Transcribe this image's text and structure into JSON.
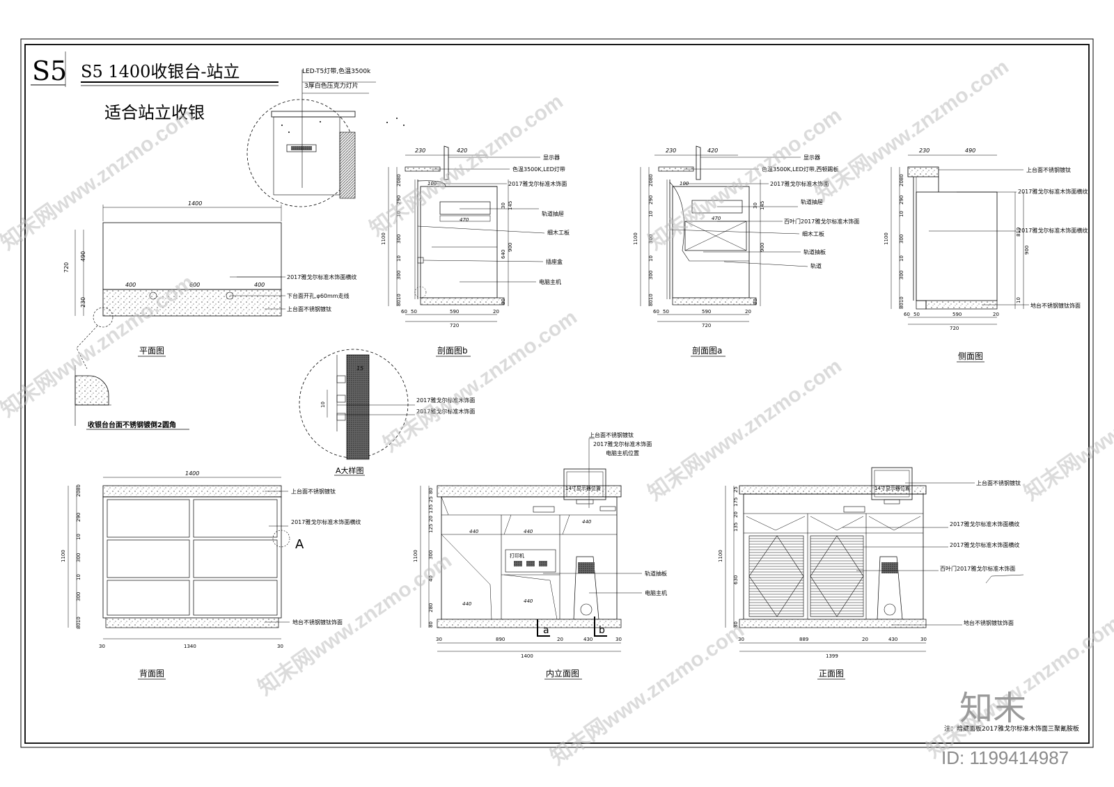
{
  "header": {
    "code": "S5",
    "title": "S5  1400收银台-站立",
    "subtitle": "适合站立收银"
  },
  "detail_top": {
    "labels": [
      "LED-T5灯带,色温3500k",
      "3厚白色压克力灯片"
    ]
  },
  "plan": {
    "caption": "平面图",
    "dim_top": "1400",
    "dims_side": [
      "490",
      "720",
      "230"
    ],
    "dims_inner": [
      "400",
      "600",
      "400"
    ],
    "labels": [
      "2017雅戈尔标准木饰面横纹",
      "下台面开孔,φ60mm走线",
      "上台面不锈钢镀钛"
    ]
  },
  "corner_detail": {
    "label": "收银台台面不锈钢镀倒2圆角"
  },
  "section_b": {
    "caption": "剖面图b",
    "dims_top": [
      "230",
      "420"
    ],
    "dims_left": [
      "2080",
      "290",
      "10",
      "1100",
      "300",
      "10",
      "300",
      "8010"
    ],
    "dims_right": [
      "30",
      "145",
      "640",
      "900",
      "80"
    ],
    "dims_inner": [
      "100",
      "470"
    ],
    "dims_bottom": [
      "60",
      "50",
      "590",
      "20",
      "720"
    ],
    "labels": [
      "显示器",
      "色温3500K,LED灯带",
      "2017雅戈尔标准木饰面",
      "轨道抽屉",
      "细木工板",
      "插座盒",
      "电脑主机"
    ]
  },
  "section_a": {
    "caption": "剖面图a",
    "dims_top": [
      "230",
      "420"
    ],
    "dims_left": [
      "2080",
      "290",
      "10",
      "1100",
      "300",
      "10",
      "300",
      "8010"
    ],
    "dims_right": [
      "30",
      "145",
      "900",
      "80"
    ],
    "dims_inner": [
      "100",
      "470"
    ],
    "dims_bottom": [
      "60",
      "50",
      "590",
      "20",
      "720"
    ],
    "labels": [
      "显示器",
      "色温3500K,LED灯带,西顿踢板",
      "2017雅戈尔标准木饰面",
      "轨道抽屉",
      "百叶门2017雅戈尔标准木饰面",
      "细木工板",
      "轨道抽板",
      "轨道"
    ]
  },
  "side_view": {
    "caption": "侧面图",
    "dims_top": [
      "230",
      "490"
    ],
    "dims_left": [
      "2080",
      "290",
      "10",
      "1100",
      "300",
      "10",
      "300",
      "8010"
    ],
    "dims_right": [
      "810",
      "900",
      "10"
    ],
    "dims_bottom": [
      "60",
      "50",
      "590",
      "20",
      "720"
    ],
    "labels": [
      "上台面不锈钢镀钛",
      "2017雅戈尔标准木饰面横纹",
      "2017雅戈尔标准木饰面横纹",
      "地台不锈钢镀钛饰面"
    ]
  },
  "detail_a": {
    "caption": "A大样图",
    "dims": [
      "15",
      "10"
    ],
    "labels": [
      "2017雅戈尔标准木饰面",
      "2017雅戈尔标准木饰面"
    ]
  },
  "back_view": {
    "caption": "背面图",
    "dim_top": "1400",
    "dims_left": [
      "2080",
      "290",
      "10",
      "1100",
      "300",
      "10",
      "300",
      "8010"
    ],
    "dims_bottom": [
      "30",
      "1340",
      "30"
    ],
    "marker": "A",
    "labels": [
      "上台面不锈钢镀钛",
      "2017雅戈尔标准木饰面横纹",
      "地台不锈钢镀钛饰面"
    ]
  },
  "inner_elevation": {
    "caption": "内立面图",
    "dims_left": [
      "80",
      "25",
      "135",
      "20",
      "125",
      "1100",
      "300",
      "40",
      "280",
      "80"
    ],
    "dims_inner": [
      "440",
      "440",
      "440",
      "440",
      "440"
    ],
    "dims_bottom": [
      "30",
      "890",
      "20",
      "430",
      "30",
      "1400"
    ],
    "tags": [
      "14寸显示器位置",
      "打印机"
    ],
    "section_marks": [
      "a",
      "b"
    ],
    "labels": [
      "上台面不锈钢镀钛",
      "2017雅戈尔标准木饰面",
      "电脑主机位置",
      "轨道抽板",
      "电脑主机"
    ]
  },
  "front_elevation": {
    "caption": "正面图",
    "dims_left": [
      "25",
      "175",
      "20",
      "135",
      "1100",
      "630",
      "80"
    ],
    "dims_bottom": [
      "30",
      "889",
      "20",
      "430",
      "30",
      "1399"
    ],
    "tags": [
      "14寸显示器位置"
    ],
    "labels": [
      "上台面不锈钢镀钛",
      "2017雅戈尔标准木饰面横纹",
      "2017雅戈尔标准木饰面横纹",
      "百叶门2017雅戈尔标准木饰面",
      "地台不锈钢镀钛饰面"
    ]
  },
  "note": "注：暗藏面板2017雅戈尔标准木饰面三聚氰胺板",
  "watermark": {
    "text": "知末网www.znzmo.com",
    "logo": "知末",
    "id": "ID: 1199414987"
  }
}
